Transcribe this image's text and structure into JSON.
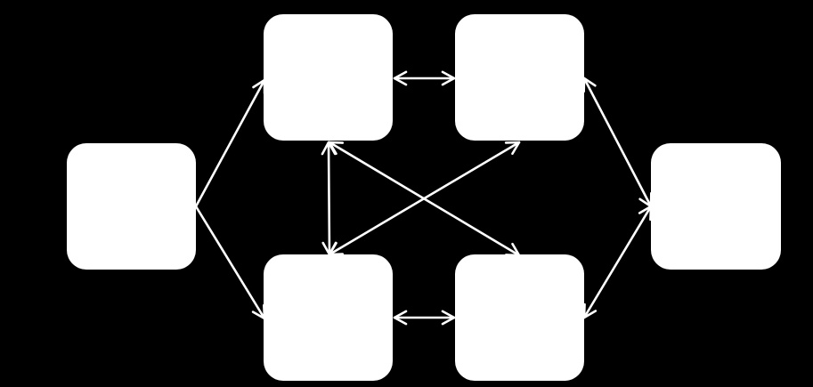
{
  "colors": {
    "background": "#000000",
    "node_fill": "#ffffff",
    "edge_stroke": "#ffffff"
  },
  "nodes": [
    {
      "id": "left",
      "label": ""
    },
    {
      "id": "top-middle-left",
      "label": ""
    },
    {
      "id": "top-middle-right",
      "label": ""
    },
    {
      "id": "bottom-middle-left",
      "label": ""
    },
    {
      "id": "bottom-middle-right",
      "label": ""
    },
    {
      "id": "right",
      "label": ""
    }
  ],
  "edges": [
    {
      "from": "left",
      "to": "top-middle-left",
      "arrows": "end"
    },
    {
      "from": "left",
      "to": "bottom-middle-left",
      "arrows": "end"
    },
    {
      "from": "top-middle-left",
      "to": "top-middle-right",
      "arrows": "both"
    },
    {
      "from": "bottom-middle-left",
      "to": "bottom-middle-right",
      "arrows": "both"
    },
    {
      "from": "top-middle-left",
      "to": "bottom-middle-left",
      "arrows": "both"
    },
    {
      "from": "top-middle-left",
      "to": "bottom-middle-right",
      "arrows": "both"
    },
    {
      "from": "bottom-middle-left",
      "to": "top-middle-right",
      "arrows": "both"
    },
    {
      "from": "top-middle-right",
      "to": "right",
      "arrows": "both"
    },
    {
      "from": "bottom-middle-right",
      "to": "right",
      "arrows": "both"
    }
  ]
}
